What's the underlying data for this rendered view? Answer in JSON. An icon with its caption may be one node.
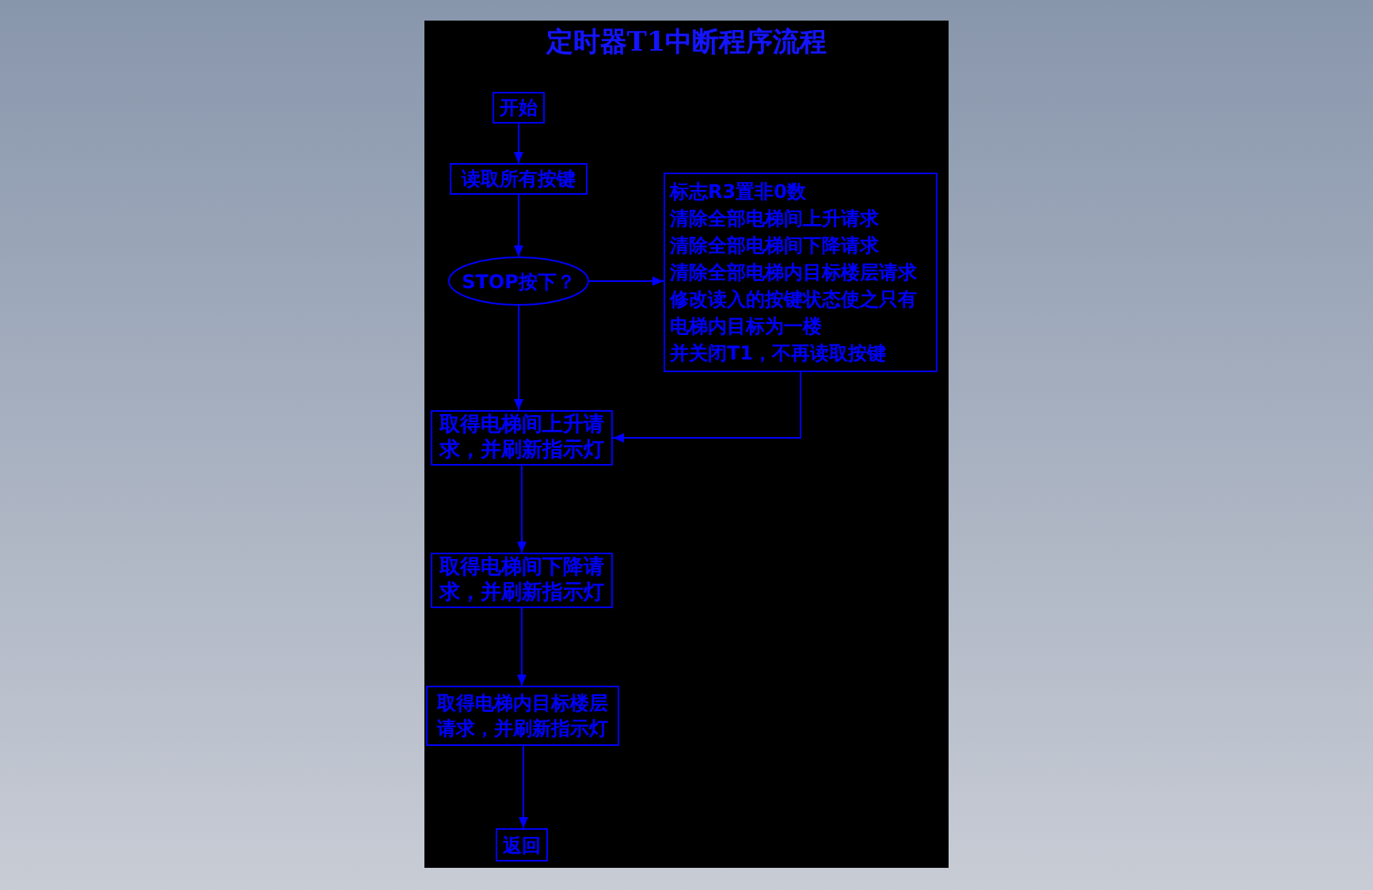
{
  "diagram": {
    "title": "定时器T1中断程序流程",
    "nodes": [
      {
        "text": [
          "开始"
        ]
      },
      {
        "text": [
          "读取所有按键"
        ]
      },
      {
        "text": [
          "STOP按下？"
        ]
      },
      {
        "text": [
          "标志R3置非0数",
          "清除全部电梯间上升请求",
          "清除全部电梯间下降请求",
          "清除全部电梯内目标楼层请求",
          "修改读入的按键状态使之只有电梯内目标为一楼",
          "并关闭T1，不再读取按键"
        ]
      },
      {
        "text": [
          "取得电梯间上升请求，并刷新指示灯"
        ]
      },
      {
        "text": [
          "取得电梯间下降请求，并刷新指示灯"
        ]
      },
      {
        "text": [
          "取得电梯内目标楼层请求，并刷新指示灯"
        ]
      },
      {
        "text": [
          "返回"
        ]
      }
    ],
    "edges": [
      {
        "from": 0,
        "to": 1,
        "arrow": "to"
      },
      {
        "from": 1,
        "to": 2,
        "arrow": "to"
      },
      {
        "from": 2,
        "to": 3,
        "arrow": "to"
      },
      {
        "from": 2,
        "to": 4,
        "arrow": "to"
      },
      {
        "from": 3,
        "to": 4,
        "arrow": "to"
      },
      {
        "from": 4,
        "to": 5,
        "arrow": "to"
      },
      {
        "from": 5,
        "to": 6,
        "arrow": "to"
      },
      {
        "from": 6,
        "to": 7,
        "arrow": "to"
      }
    ]
  }
}
